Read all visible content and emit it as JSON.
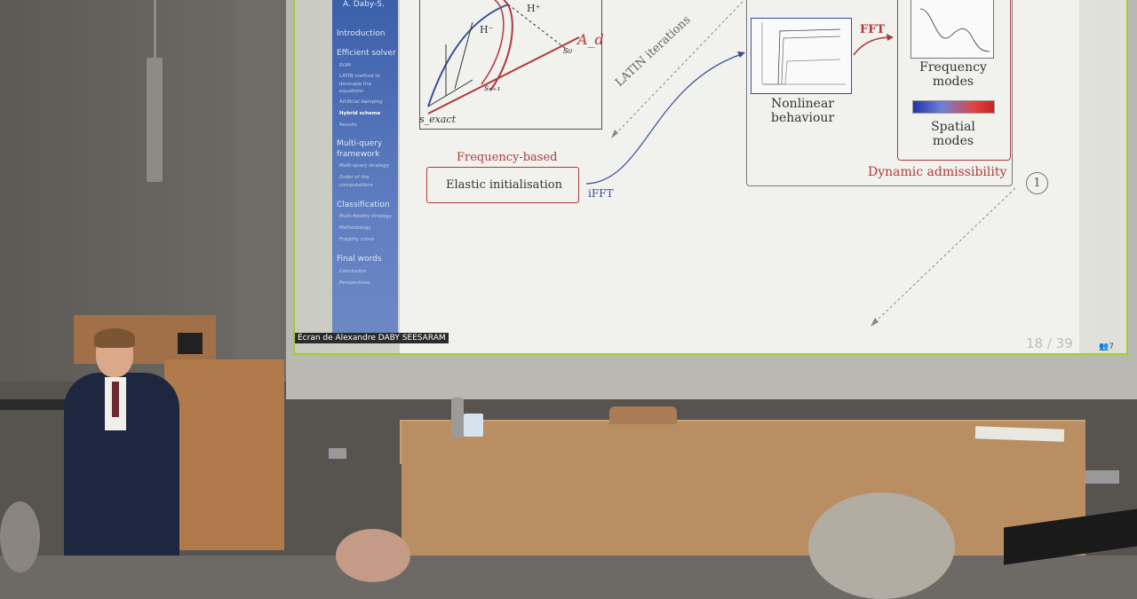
{
  "slide": {
    "header_author": "A. Daby-S.",
    "sidebar": {
      "items": [
        {
          "label": "Introduction",
          "level": 0
        },
        {
          "label": "Efficient solver",
          "level": 0
        },
        {
          "label": "ROM",
          "level": 1
        },
        {
          "label": "LATIN method to",
          "level": 1
        },
        {
          "label": "decouple the",
          "level": 1
        },
        {
          "label": "equations",
          "level": 1
        },
        {
          "label": "Artificial damping",
          "level": 1
        },
        {
          "label": "Hybrid scheme",
          "level": 1,
          "active": true
        },
        {
          "label": "Results",
          "level": 1
        },
        {
          "label": "Multi-query",
          "level": 0
        },
        {
          "label": "framework",
          "level": 0
        },
        {
          "label": "Multi-query strategy",
          "level": 1
        },
        {
          "label": "Order of the",
          "level": 1
        },
        {
          "label": "computations",
          "level": 1
        },
        {
          "label": "Classification",
          "level": 0
        },
        {
          "label": "Multi-fidelity strategy",
          "level": 1
        },
        {
          "label": "Methodology",
          "level": 1
        },
        {
          "label": "Fragility curve",
          "level": 1
        },
        {
          "label": "Final words",
          "level": 0
        },
        {
          "label": "Conclusion",
          "level": 1
        },
        {
          "label": "Perspectives",
          "level": 1
        }
      ]
    },
    "diagram": {
      "h_plus": "H⁺",
      "h_minus": "H⁻",
      "a_d": "A_d",
      "s_0": "s₀",
      "s_n1": "sₙ₊₁",
      "s_exact": "s_exact",
      "latin_iterations": "LATIN iterations",
      "frequency_based": "Frequency-based",
      "elastic_init": "Elastic initialisation",
      "ifft": "iFFT",
      "fft": "FFT",
      "nonlinear": "Nonlinear behaviour",
      "frequency_modes": "Frequency modes",
      "spatial_modes": "Spatial modes",
      "dynamic_admissibility": "Dynamic admissibility",
      "step_marker": "1"
    },
    "page": "18 / 39"
  },
  "screen_share_caption": "Écran de Alexandre DABY SEESARAM",
  "participants_count": "7",
  "colors": {
    "accent_red": "#b03b3b",
    "sidebar_blue": "#4a6bb3",
    "screen_border": "#9fd02a"
  }
}
